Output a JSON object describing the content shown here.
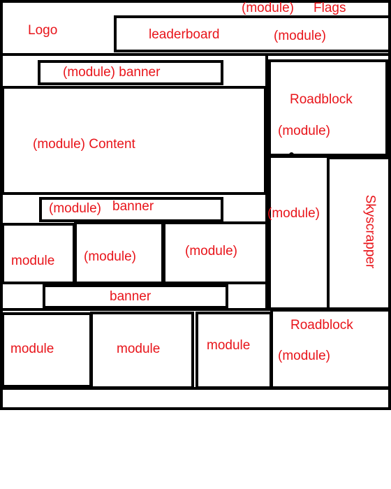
{
  "header": {
    "logo": "Logo",
    "flags": "Flags",
    "flags_module": "(module)",
    "leaderboard": "leaderboard",
    "leaderboard_module": "(module)"
  },
  "top_banner": "(module) banner",
  "content": "(module) Content",
  "mid_banner": {
    "prefix": "(module)",
    "label": "banner"
  },
  "modules_row1": [
    "module",
    "(module)",
    "(module)"
  ],
  "bottom_banner": "banner",
  "modules_row2": [
    "module",
    "module",
    "module"
  ],
  "roadblock_top": {
    "title": "Roadblock",
    "module": "(module)"
  },
  "side_module": "(module)",
  "skyscraper": "Skyscrapper",
  "roadblock_bottom": {
    "title": "Roadblock",
    "module": "(module)"
  },
  "colors": {
    "label": "#e8141a",
    "border": "#000000",
    "background": "#ffffff"
  }
}
